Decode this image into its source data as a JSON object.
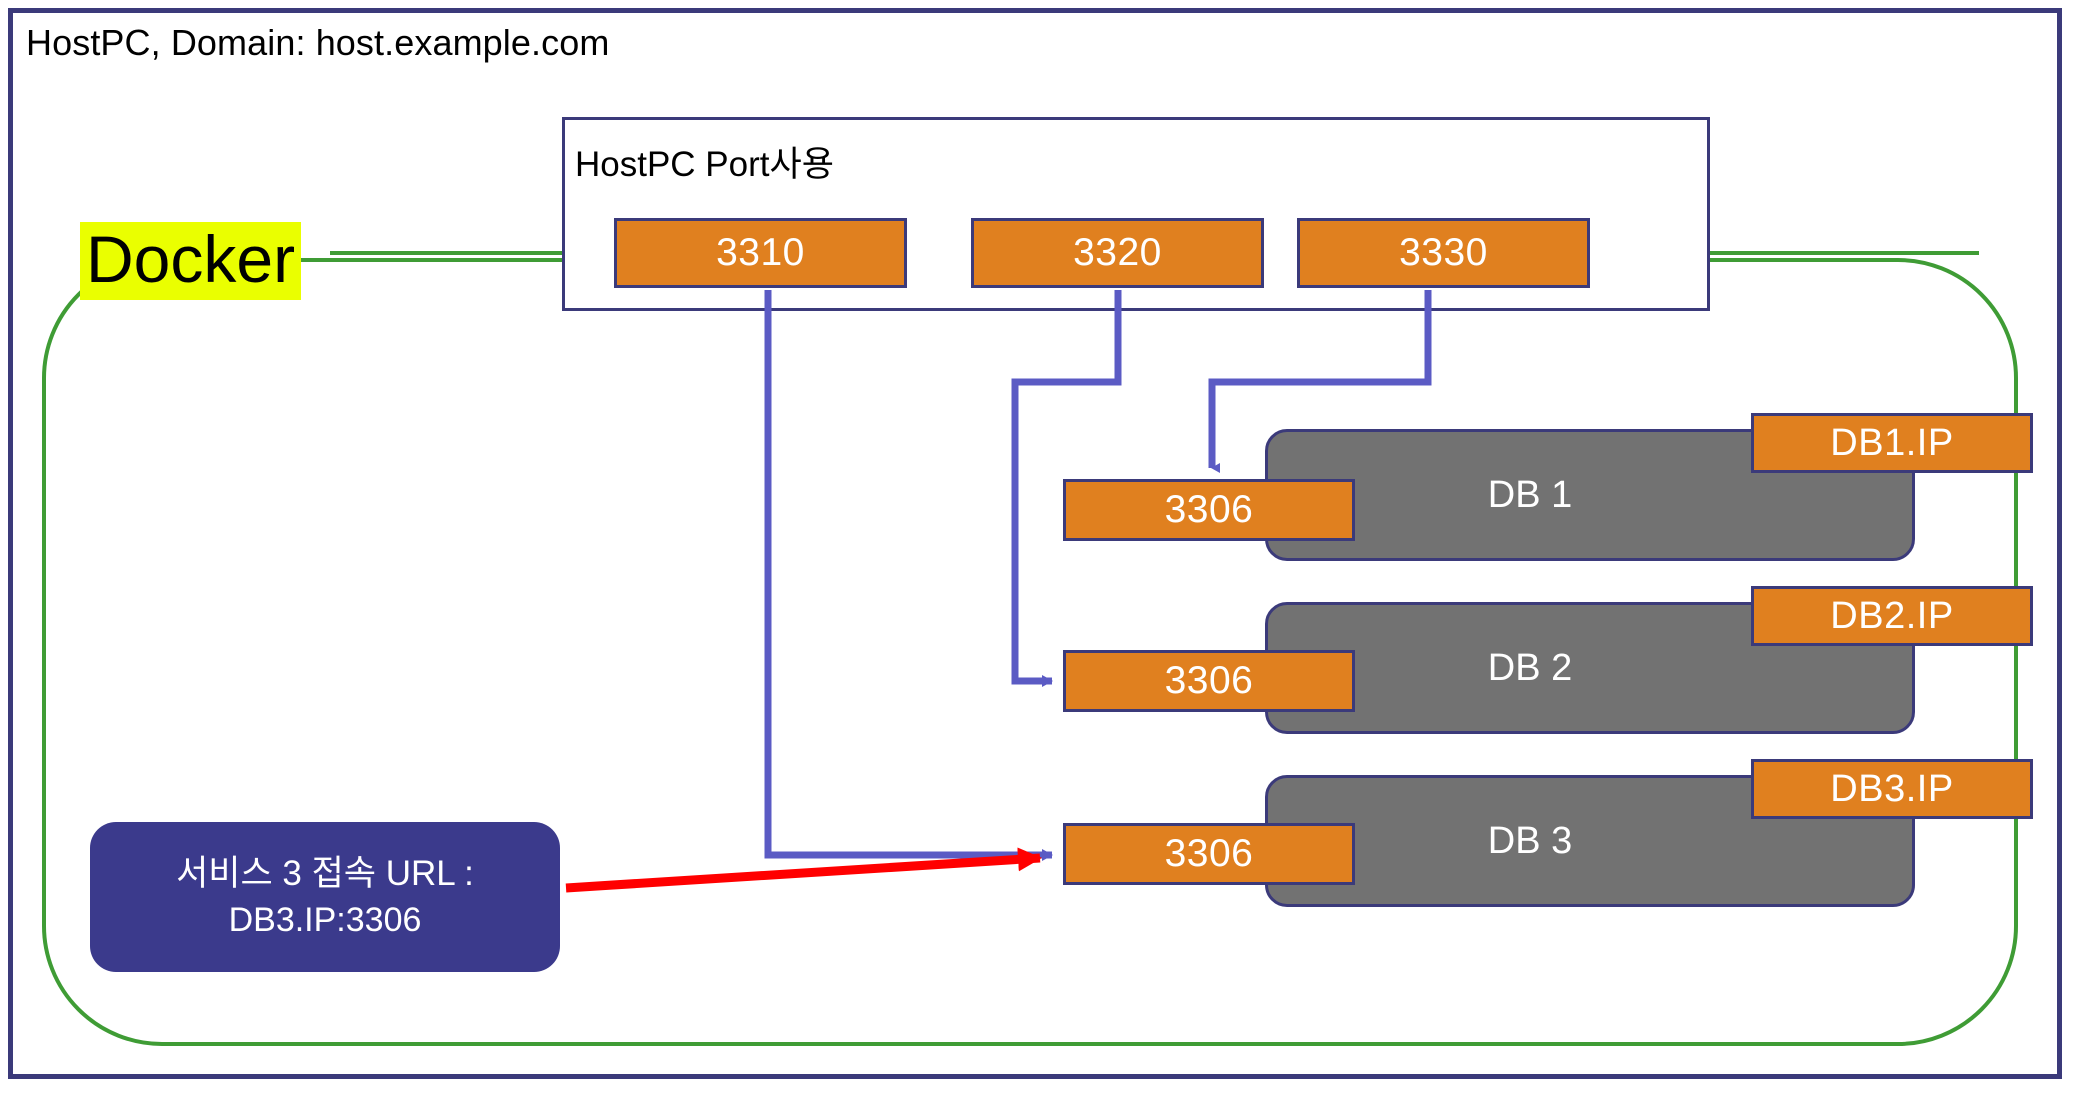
{
  "host": {
    "title": "HostPC, Domain: host.example.com",
    "frame_color": "#3b3a7a"
  },
  "docker": {
    "label": "Docker",
    "highlight_color": "#eaff00",
    "boundary_color": "#3f9c35"
  },
  "port_frame": {
    "title": "HostPC Port사용",
    "ports": [
      {
        "label": "3310"
      },
      {
        "label": "3320"
      },
      {
        "label": "3330"
      }
    ]
  },
  "databases": [
    {
      "name": "DB 1",
      "port": "3306",
      "ip_label": "DB1.IP"
    },
    {
      "name": "DB 2",
      "port": "3306",
      "ip_label": "DB2.IP"
    },
    {
      "name": "DB 3",
      "port": "3306",
      "ip_label": "DB3.IP"
    }
  ],
  "callout": {
    "line1": "서비스 3 접속 URL :",
    "line2": "DB3.IP:3306",
    "fill_color": "#3b3a8c",
    "arrow_color": "#ff0000"
  },
  "colors": {
    "orange": "#e0801f",
    "gray": "#727272",
    "connector_blue": "#5b5bc4",
    "border_navy": "#3b3a7a",
    "green": "#3f9c35"
  },
  "mappings": [
    {
      "host_port": "3310",
      "target": "DB 3",
      "container_port": "3306"
    },
    {
      "host_port": "3320",
      "target": "DB 2",
      "container_port": "3306"
    },
    {
      "host_port": "3330",
      "target": "DB 1",
      "container_port": "3306"
    }
  ]
}
